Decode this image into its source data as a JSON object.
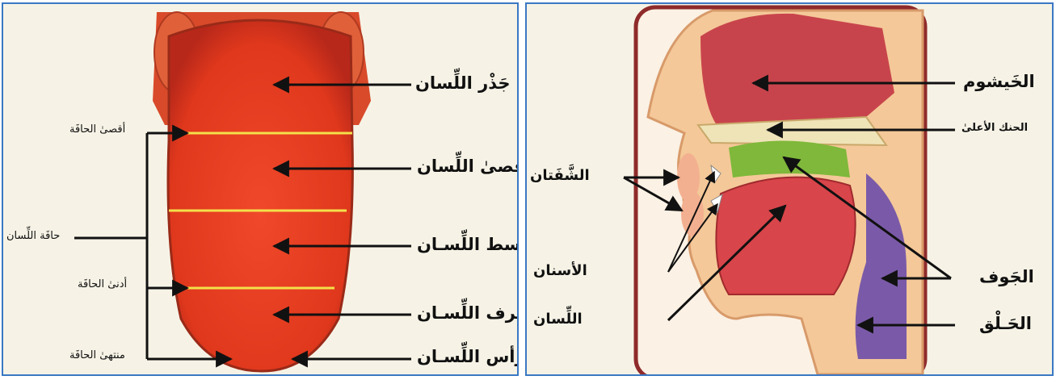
{
  "colors": {
    "frame": "#3a78c4",
    "tongue": "#e8401e",
    "guide_line": "#f3e04a",
    "head_frame": "#8f2b2b",
    "arrow": "#111111"
  },
  "left_diagram": {
    "labels": {
      "root": "جَذْر اللِّسان",
      "back": "أقصىٰ اللِّسان",
      "middle": "وسط اللِّسـان",
      "blade": "طرف اللِّسـان",
      "tip": "رأس اللِّسـان",
      "edge_back": "أقصىٰ الحافَة",
      "edge": "حافَة اللِّسان",
      "edge_front": "أدنىٰ الحافَة",
      "edge_end": "منتهىٰ الحافَة"
    }
  },
  "right_diagram": {
    "labels": {
      "nasal": "الخَيشوم",
      "palate": "الحنك الأعلىٰ",
      "lips": "الشَّفَتان",
      "cavity": "الجَوف",
      "teeth": "الأسنان",
      "throat": "الحَـلْق",
      "tongue": "اللِّسان"
    }
  }
}
